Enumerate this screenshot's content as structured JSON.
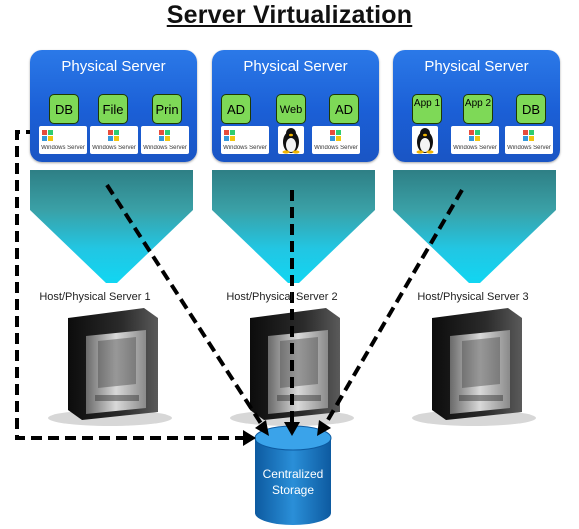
{
  "title": "Server Virtualization",
  "panels": [
    {
      "label": "Physical Server",
      "vms": [
        "DB",
        "File",
        "Prin"
      ],
      "os": [
        {
          "icon": "windows-icon",
          "text": "Windows Server"
        },
        {
          "icon": "windows-icon",
          "text": "Windows Server"
        },
        {
          "icon": "windows-icon",
          "text": "Windows Server"
        }
      ]
    },
    {
      "label": "Physical Server",
      "vms": [
        "AD",
        "Web",
        "AD"
      ],
      "os": [
        {
          "icon": "windows-icon",
          "text": "Windows Server"
        },
        {
          "icon": "linux-penguin-icon",
          "text": ""
        },
        {
          "icon": "windows-icon",
          "text": "Windows Server"
        }
      ]
    },
    {
      "label": "Physical Server",
      "vms": [
        "App 1",
        "App 2",
        "DB"
      ],
      "os": [
        {
          "icon": "linux-penguin-icon",
          "text": ""
        },
        {
          "icon": "windows-icon",
          "text": "Windows Server"
        },
        {
          "icon": "windows-icon",
          "text": "Windows Server"
        }
      ]
    }
  ],
  "hosts": [
    "Host/Physical Server 1",
    "Host/Physical Server 2",
    "Host/Physical Server 3"
  ],
  "storage": {
    "line1": "Centralized",
    "line2": "Storage"
  },
  "colors": {
    "panel_blue": "#1f63d8",
    "vm_green": "#7ed957",
    "funnel_teal_dark": "#2e8a8c",
    "funnel_cyan": "#19c8e8",
    "storage_blue": "#1876c4",
    "arrow": "#000000"
  }
}
